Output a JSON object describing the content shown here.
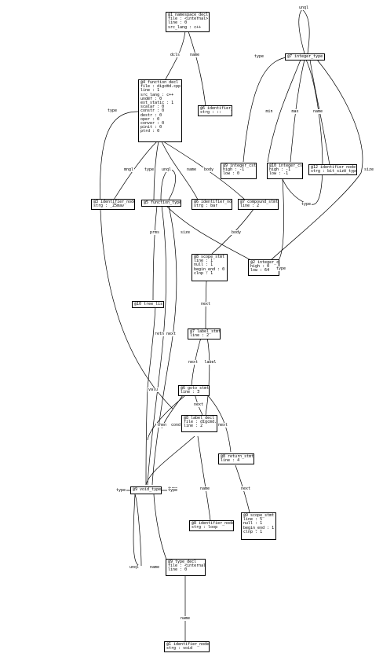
{
  "nodes": [
    {
      "id": "n0",
      "lines": [
        "@1 namespace_decl",
        "file : <internal>",
        "line : 0",
        "src_lang : c++"
      ]
    },
    {
      "id": "n1",
      "lines": [
        "@4 function_decl",
        "file : digcmd.cpp",
        "line : 1",
        "src_lang : c++",
        "undef : 0",
        "ext_static : 1",
        "scalar : 0",
        "constr : 0",
        "destr : 0",
        "oper : 0",
        "conver : 0",
        "pinit : 0",
        "ptrd : 0"
      ]
    },
    {
      "id": "n2",
      "lines": [
        "@6 identifier_node",
        "strg : ::"
      ]
    },
    {
      "id": "n3",
      "lines": [
        "@7 integer_type"
      ]
    },
    {
      "id": "n4",
      "lines": [
        "@3 identifier_node",
        "strg : _Z5mav"
      ]
    },
    {
      "id": "n5",
      "lines": [
        "@5 function_type"
      ]
    },
    {
      "id": "n6",
      "lines": [
        "@6 identifier_node",
        "strg : bar"
      ]
    },
    {
      "id": "n7",
      "lines": [
        "@7 compound_stmt",
        "line : 2"
      ]
    },
    {
      "id": "n8",
      "lines": [
        "@9 integer_cst",
        "high : -1",
        "low : 0"
      ]
    },
    {
      "id": "n9",
      "lines": [
        "@10 integer_cst",
        "high : -1",
        "low : -1"
      ]
    },
    {
      "id": "n10",
      "lines": [
        "@12 identifier_node",
        "strg : bit_size_type"
      ]
    },
    {
      "id": "n11",
      "lines": [
        "@8 scope_stmt",
        "line : 1",
        "null : 1",
        "begin_end : 0",
        "clnp : 1"
      ]
    },
    {
      "id": "n12",
      "lines": [
        "@2 integer_cst",
        "high : 0",
        "low : 64"
      ]
    },
    {
      "id": "n13",
      "lines": [
        "@10 tree_list"
      ]
    },
    {
      "id": "n14",
      "lines": [
        "@7 label_stmt",
        "line : 2"
      ]
    },
    {
      "id": "n15",
      "lines": [
        "@6 goto_stmt",
        "line : 3"
      ]
    },
    {
      "id": "n16",
      "lines": [
        "@8 label_decl",
        "file : digcmd.cpp",
        "line : 2"
      ]
    },
    {
      "id": "n17",
      "lines": [
        "@8 return_stmt",
        "line : 4"
      ]
    },
    {
      "id": "n18",
      "lines": [
        "@9 void_type"
      ]
    },
    {
      "id": "n19",
      "lines": [
        "@9 scope_stmt",
        "line : 5",
        "null : 1",
        "begin_end : 1",
        "clnp : 1"
      ]
    },
    {
      "id": "n20",
      "lines": [
        "@8 identifier_node",
        "strg : loop"
      ]
    },
    {
      "id": "n21",
      "lines": [
        "@9 type_decl",
        "file : <internal>",
        "line : 0"
      ]
    },
    {
      "id": "n22",
      "lines": [
        "@1 identifier_node",
        "strg : void"
      ]
    }
  ],
  "edges": [
    {
      "id": "e0",
      "label": "dcls"
    },
    {
      "id": "e1",
      "label": "name"
    },
    {
      "id": "e2",
      "label": "unql"
    },
    {
      "id": "e3",
      "label": "type"
    },
    {
      "id": "e4",
      "label": "min"
    },
    {
      "id": "e5",
      "label": "max"
    },
    {
      "id": "e6",
      "label": "name"
    },
    {
      "id": "e7",
      "label": "size"
    },
    {
      "id": "e8",
      "label": "type"
    },
    {
      "id": "e9",
      "label": "mngl"
    },
    {
      "id": "e10",
      "label": "type"
    },
    {
      "id": "e11",
      "label": "unql"
    },
    {
      "id": "e12",
      "label": "name"
    },
    {
      "id": "e13",
      "label": "body"
    },
    {
      "id": "e14",
      "label": "type"
    },
    {
      "id": "e15",
      "label": "prms"
    },
    {
      "id": "e16",
      "label": "size"
    },
    {
      "id": "e17",
      "label": "body"
    },
    {
      "id": "e18",
      "label": "type"
    },
    {
      "id": "e19",
      "label": "next"
    },
    {
      "id": "e20",
      "label": "valu"
    },
    {
      "id": "e21",
      "label": "retn"
    },
    {
      "id": "e22",
      "label": "next"
    },
    {
      "id": "e23",
      "label": "next"
    },
    {
      "id": "e24",
      "label": "label"
    },
    {
      "id": "e25",
      "label": "next"
    },
    {
      "id": "e26",
      "label": "then"
    },
    {
      "id": "e27",
      "label": "cond"
    },
    {
      "id": "e28",
      "label": "next"
    },
    {
      "id": "e29",
      "label": "type"
    },
    {
      "id": "e30",
      "label": "name"
    },
    {
      "id": "e31",
      "label": "next"
    },
    {
      "id": "e32",
      "label": "type"
    },
    {
      "id": "e33",
      "label": "type"
    },
    {
      "id": "e34",
      "label": "unql"
    },
    {
      "id": "e35",
      "label": "name"
    },
    {
      "id": "e36",
      "label": "name"
    }
  ]
}
